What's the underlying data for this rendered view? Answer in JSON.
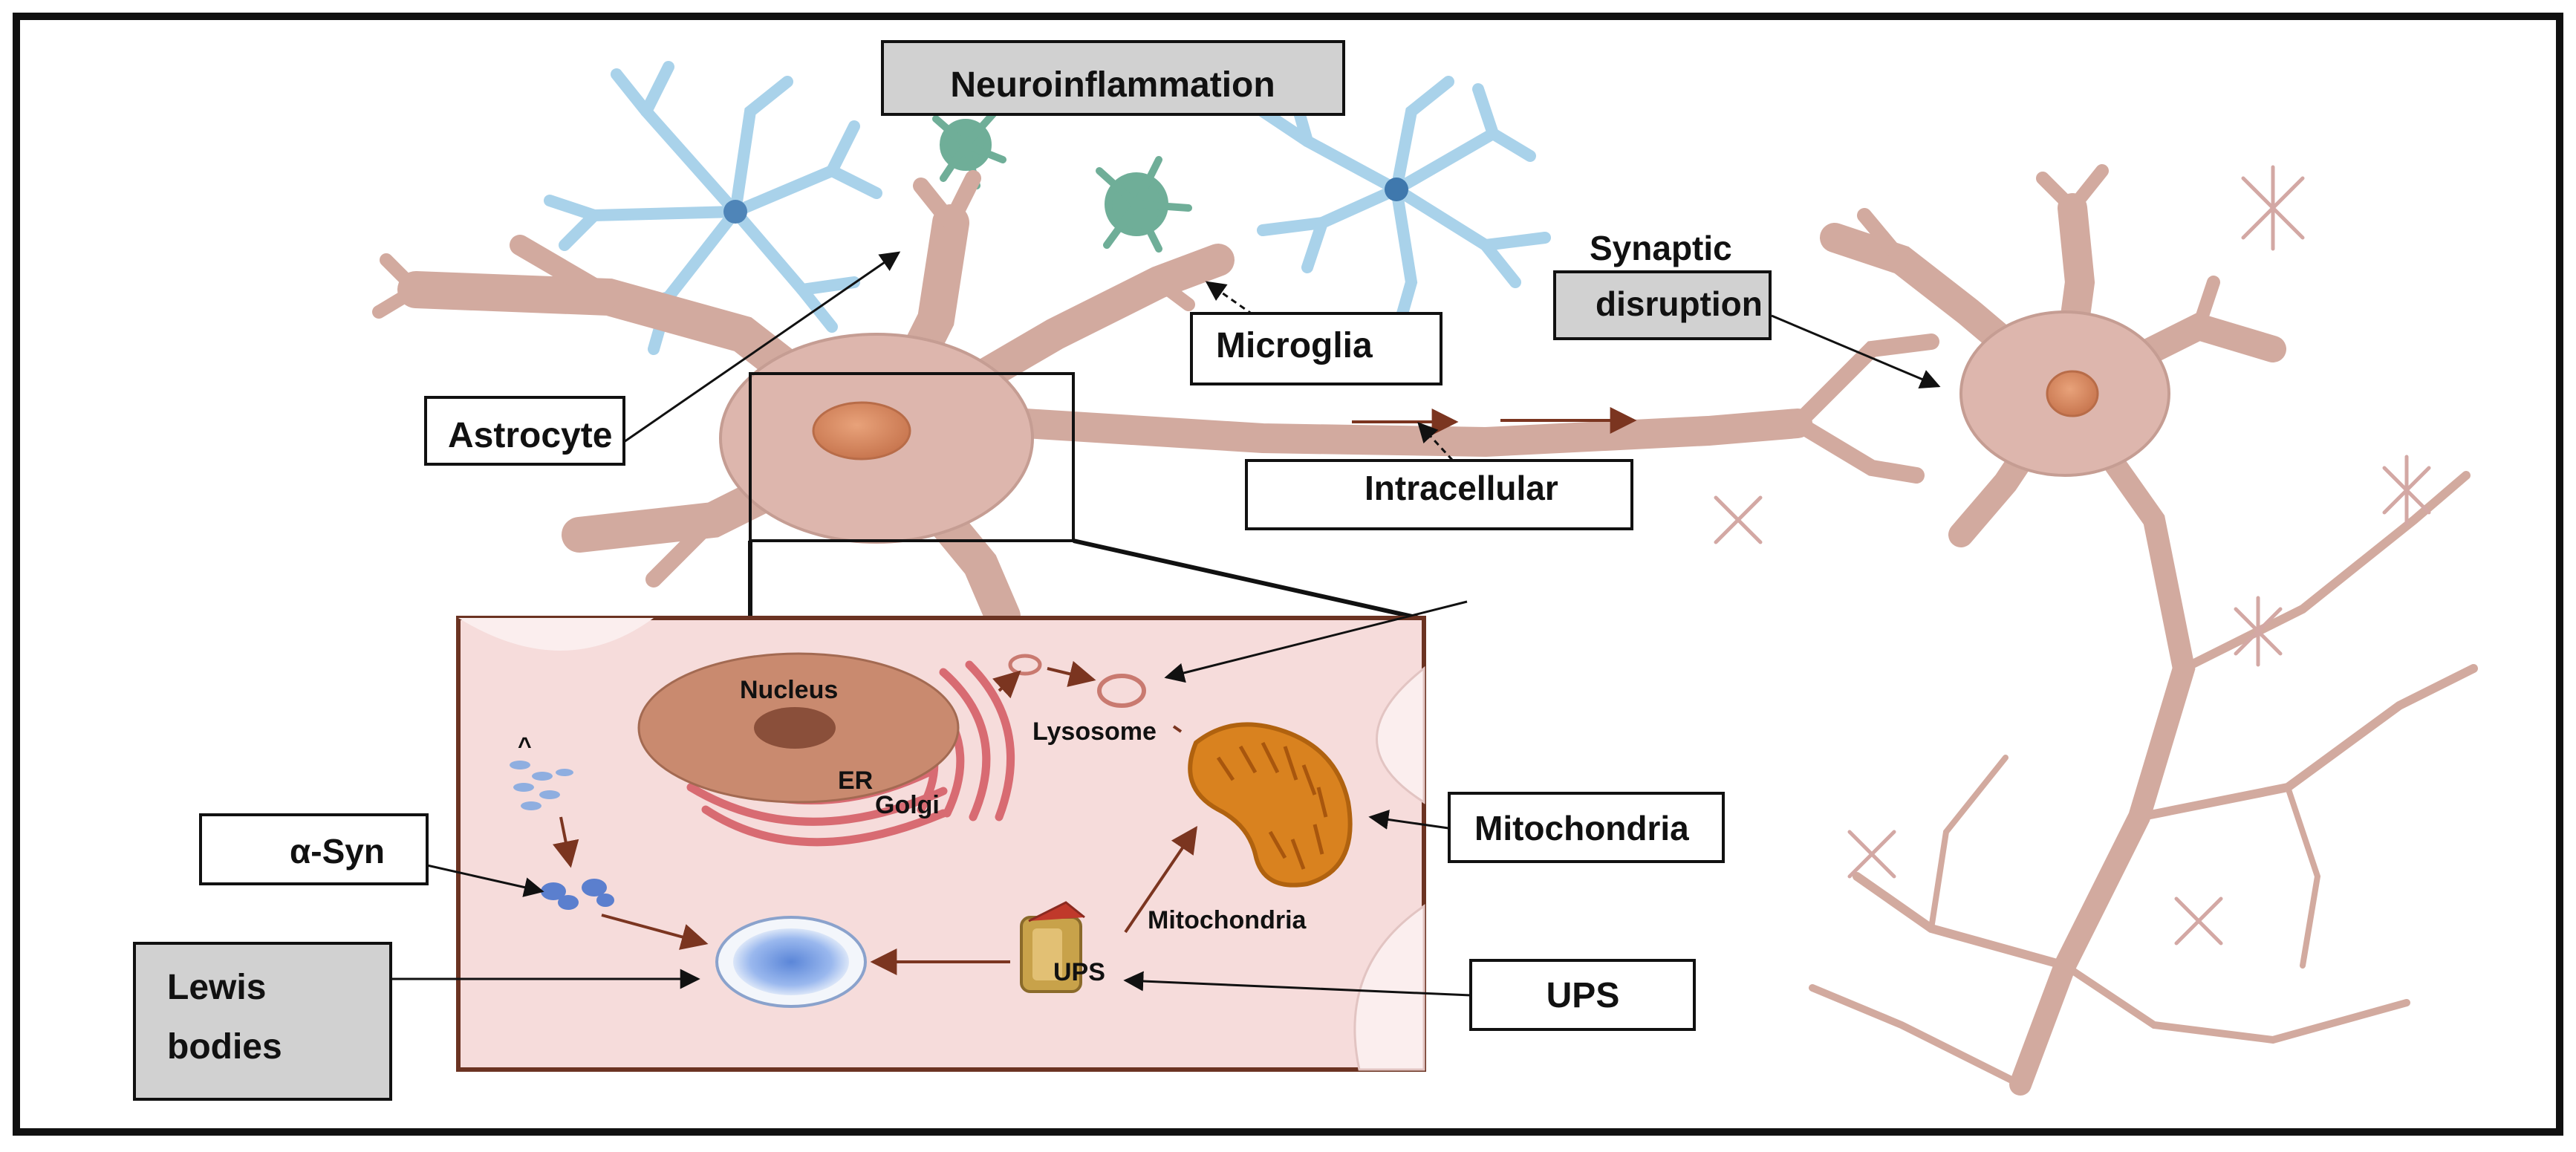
{
  "labels": {
    "neuroinflammation": "Neuroinflammation",
    "astrocyte": "Astrocyte",
    "microglia": "Microglia",
    "synaptic_line1": "Synaptic",
    "synaptic_line2": "disruption",
    "intracellular": "Intracellular",
    "mitochondria_box": "Mitochondria",
    "ups_box": "UPS",
    "alpha_syn": "α-Syn",
    "lewis_line1": "Lewis",
    "lewis_line2": "bodies",
    "caret": "^"
  },
  "inset": {
    "nucleus": "Nucleus",
    "er": "ER",
    "golgi": "Golgi",
    "lysosome": "Lysosome",
    "mitochondria": "Mitochondria",
    "ups": "UPS"
  },
  "colors": {
    "neuron_fill": "#ddb6ad",
    "neuron_stroke": "#9c7468",
    "nucleus": "#d4875f",
    "glia_blue": "#a9d2ea",
    "microglia_green": "#6fae98",
    "inset_bg": "#f6dcdb",
    "inset_border": "#6b3322",
    "label_gray": "#d1d1d1",
    "mito": "#d9821f",
    "ups": "#c8a24a",
    "lewis": "#6f98e0",
    "arrow_brown": "#7b3520"
  }
}
